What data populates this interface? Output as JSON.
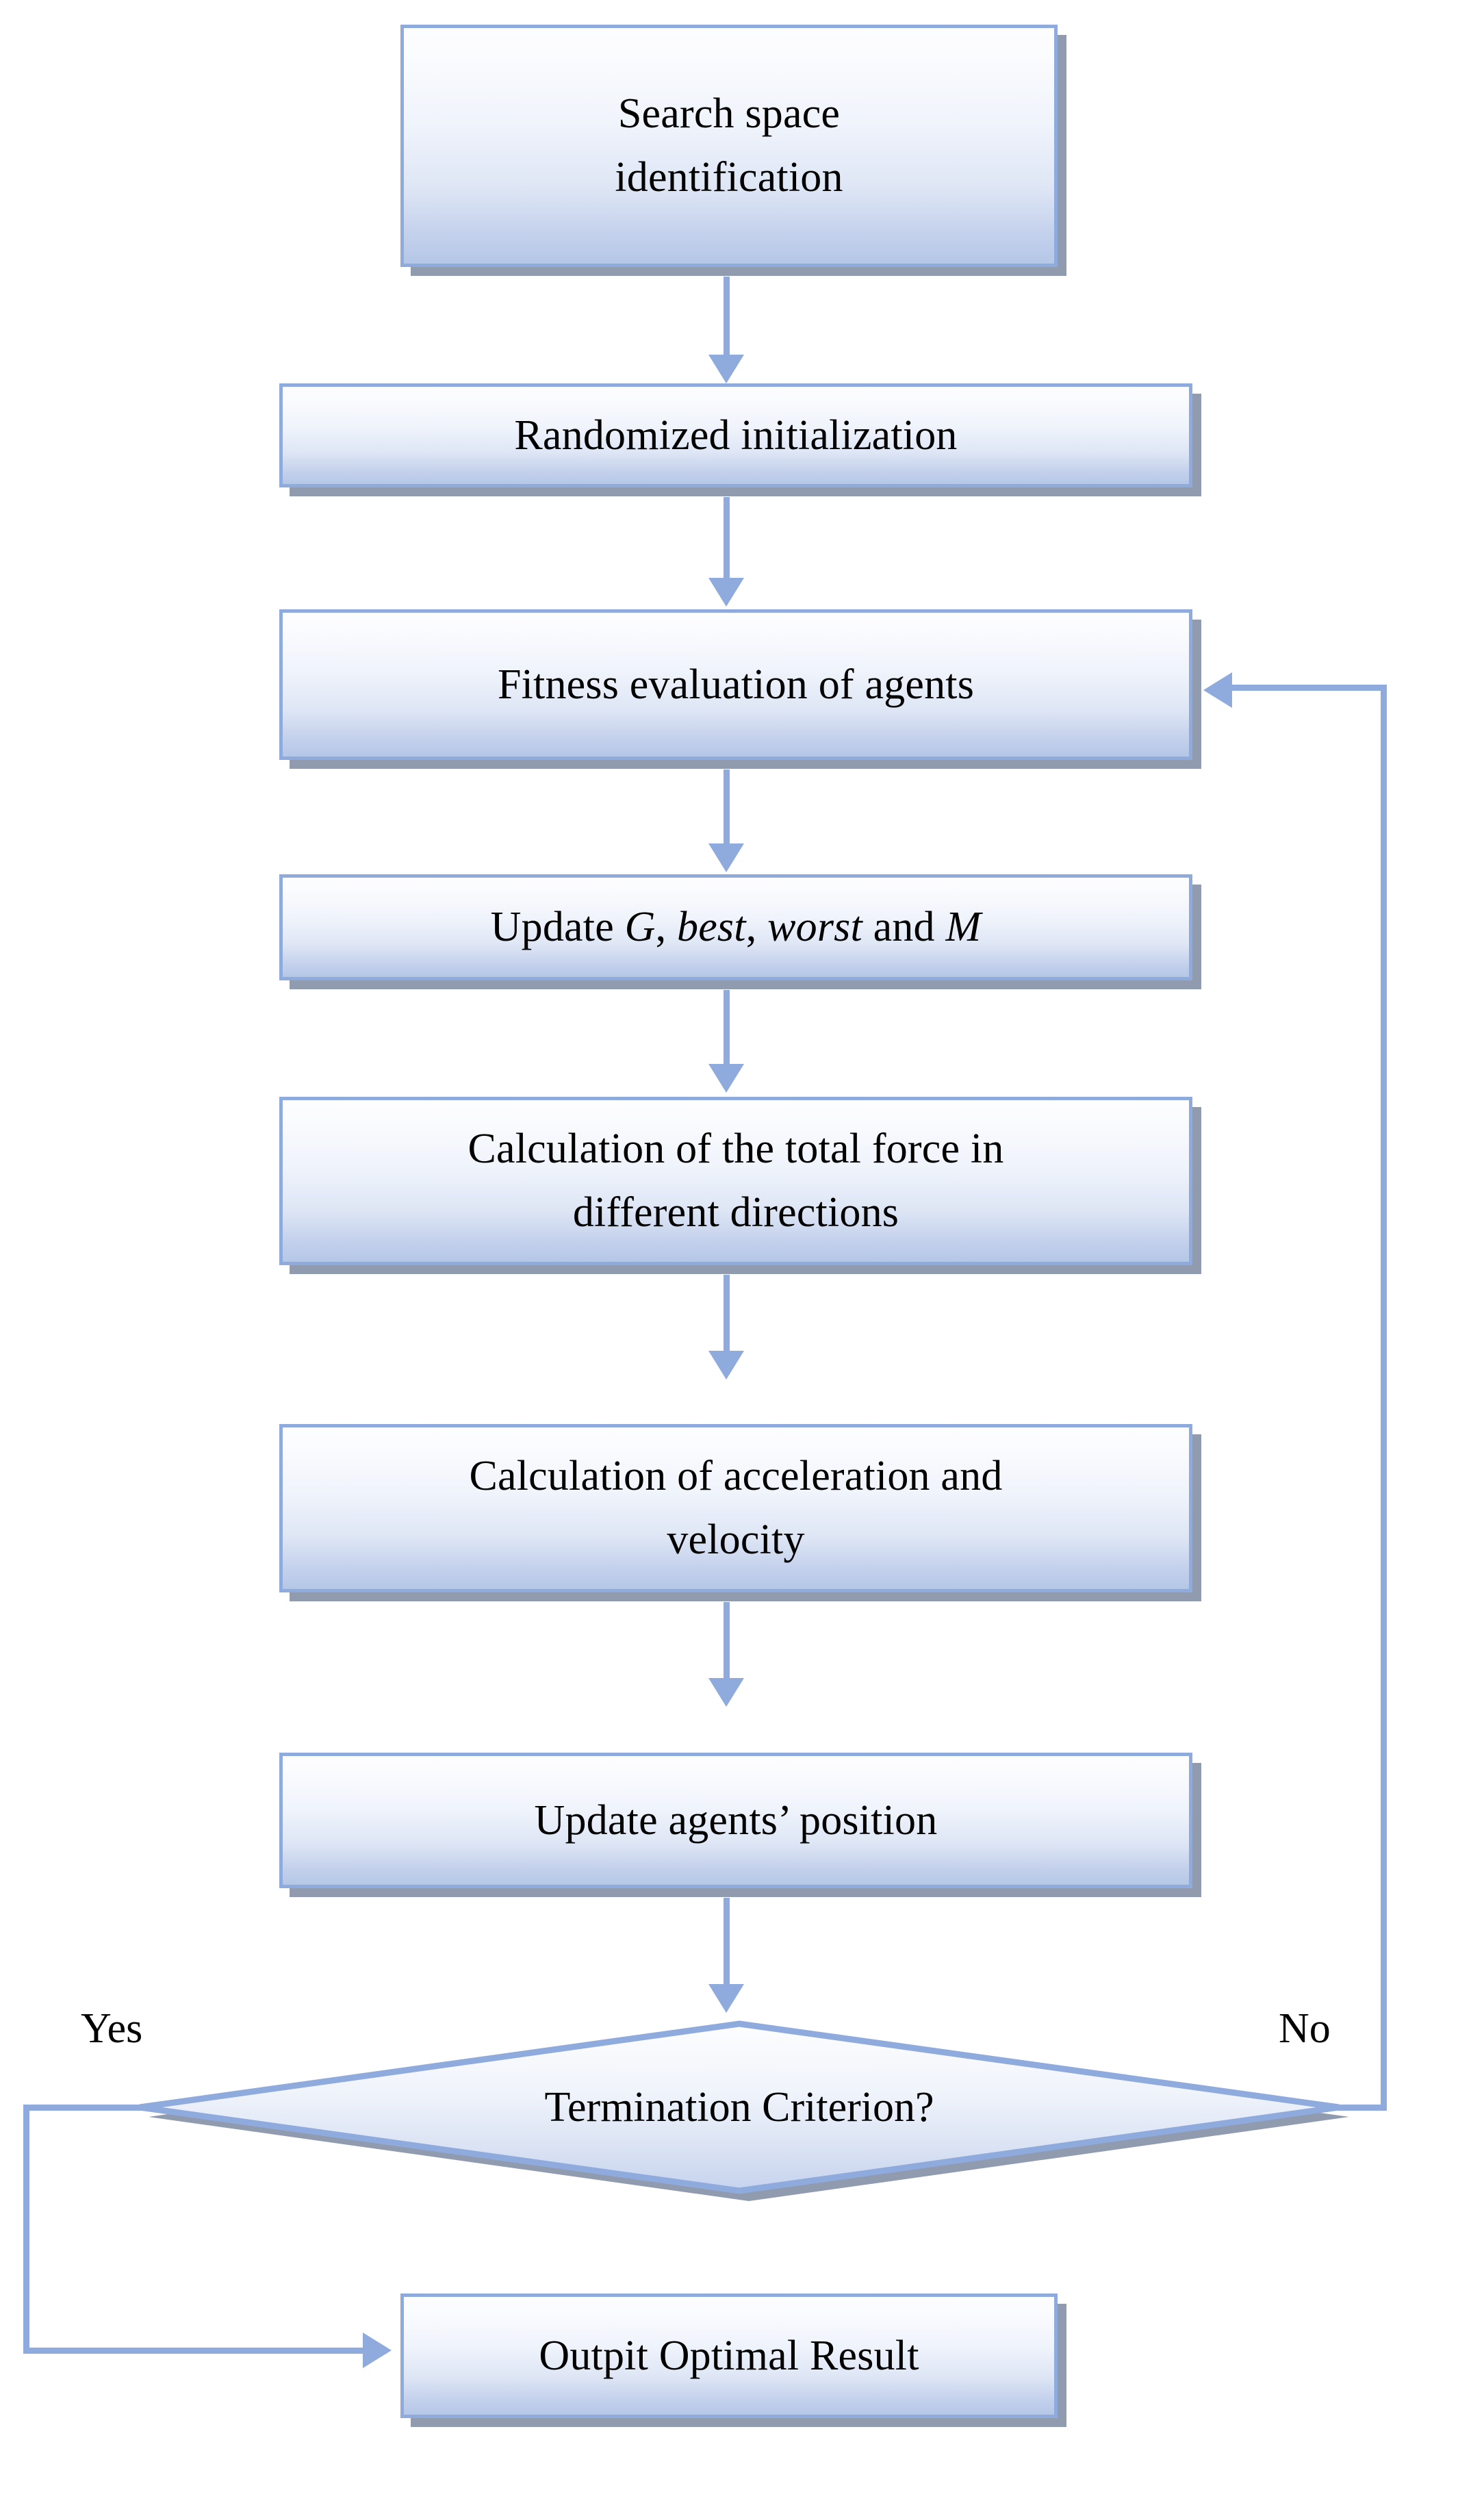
{
  "diagram": {
    "type": "flowchart",
    "title": "Gravitational Search Algorithm flowchart",
    "colors": {
      "node_border": "#8FAADC",
      "node_fill_top": "#FDFDFE",
      "node_fill_bottom": "#B5C7E7",
      "node_shadow": "#7C89A1",
      "connector": "#8FAADC",
      "text": "#000000",
      "background": "#FFFFFF"
    },
    "nodes": [
      {
        "id": "search-space",
        "shape": "process",
        "lines": [
          "Search space",
          "identification"
        ]
      },
      {
        "id": "randomized-init",
        "shape": "process",
        "lines": [
          "Randomized initialization"
        ]
      },
      {
        "id": "fitness-evaluation",
        "shape": "process",
        "lines": [
          "Fitness evaluation of agents"
        ]
      },
      {
        "id": "update-parameters",
        "shape": "process",
        "lines": [
          "Update G, best, worst and M"
        ]
      },
      {
        "id": "total-force",
        "shape": "process",
        "lines": [
          "Calculation of the total force in",
          "different directions"
        ]
      },
      {
        "id": "acceleration",
        "shape": "process",
        "lines": [
          "Calculation of acceleration and",
          "velocity"
        ]
      },
      {
        "id": "update-position",
        "shape": "process",
        "lines": [
          "Update agents’ position"
        ]
      },
      {
        "id": "termination",
        "shape": "decision",
        "lines": [
          "Termination Criterion?"
        ]
      },
      {
        "id": "output-result",
        "shape": "process",
        "lines": [
          "Outpit Optimal Result"
        ]
      }
    ],
    "node_text": {
      "search_space_line1": "Search space",
      "search_space_line2": "identification",
      "randomized_init": "Randomized initialization",
      "fitness_evaluation": "Fitness evaluation of agents",
      "update_parameters_prefix": "Update ",
      "update_parameters_g": "G",
      "update_parameters_comma1": ", ",
      "update_parameters_best": "best",
      "update_parameters_comma2": ", ",
      "update_parameters_worst": "worst",
      "update_parameters_and": " and ",
      "update_parameters_m": "M",
      "total_force_line1": "Calculation of the total force in",
      "total_force_line2": "different directions",
      "acceleration_line1": "Calculation of acceleration and",
      "acceleration_line2": "velocity",
      "update_position": "Update agents’ position",
      "termination": "Termination Criterion?",
      "output_result": "Outpit Optimal Result"
    },
    "edges": [
      {
        "id": "e1",
        "from": "search-space",
        "to": "randomized-init",
        "label": ""
      },
      {
        "id": "e2",
        "from": "randomized-init",
        "to": "fitness-evaluation",
        "label": ""
      },
      {
        "id": "e3",
        "from": "fitness-evaluation",
        "to": "update-parameters",
        "label": ""
      },
      {
        "id": "e4",
        "from": "update-parameters",
        "to": "total-force",
        "label": ""
      },
      {
        "id": "e5",
        "from": "total-force",
        "to": "acceleration",
        "label": ""
      },
      {
        "id": "e6",
        "from": "acceleration",
        "to": "update-position",
        "label": ""
      },
      {
        "id": "e7",
        "from": "update-position",
        "to": "termination",
        "label": ""
      },
      {
        "id": "e8",
        "from": "termination",
        "to": "output-result",
        "label": "Yes"
      },
      {
        "id": "e9",
        "from": "termination",
        "to": "fitness-evaluation",
        "label": "No"
      }
    ],
    "edge_labels": {
      "yes": "Yes",
      "no": "No"
    }
  }
}
